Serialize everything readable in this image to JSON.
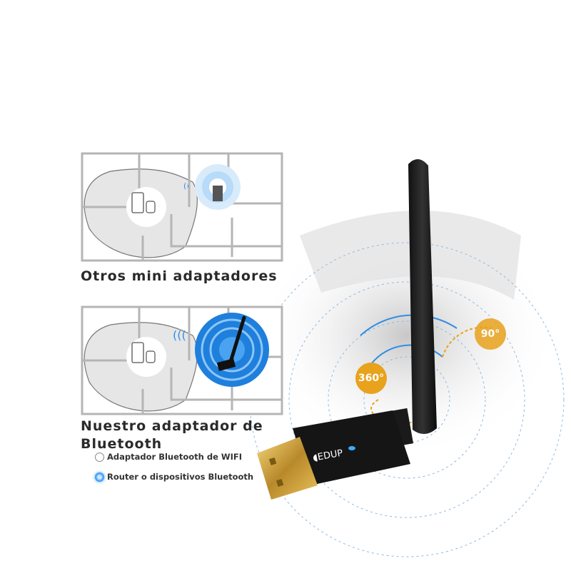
{
  "panels": {
    "top_heading": "Otros mini adaptadores",
    "bottom_heading_line1": "Nuestro adaptador de",
    "bottom_heading_line2": "Bluetooth"
  },
  "legend": {
    "items": [
      {
        "label": "Adaptador Bluetooth de WIFI",
        "selected": false
      },
      {
        "label": "Router o dispositivos Bluetooth",
        "selected": true
      }
    ]
  },
  "badges": {
    "rotation": "360°",
    "tilt": "90°"
  },
  "product": {
    "brand": "EDUP"
  },
  "colors": {
    "accent_blue": "#2f8de4",
    "badge_orange": "#e8a21c",
    "device_black": "#151515",
    "gold": "#c9a23a"
  }
}
